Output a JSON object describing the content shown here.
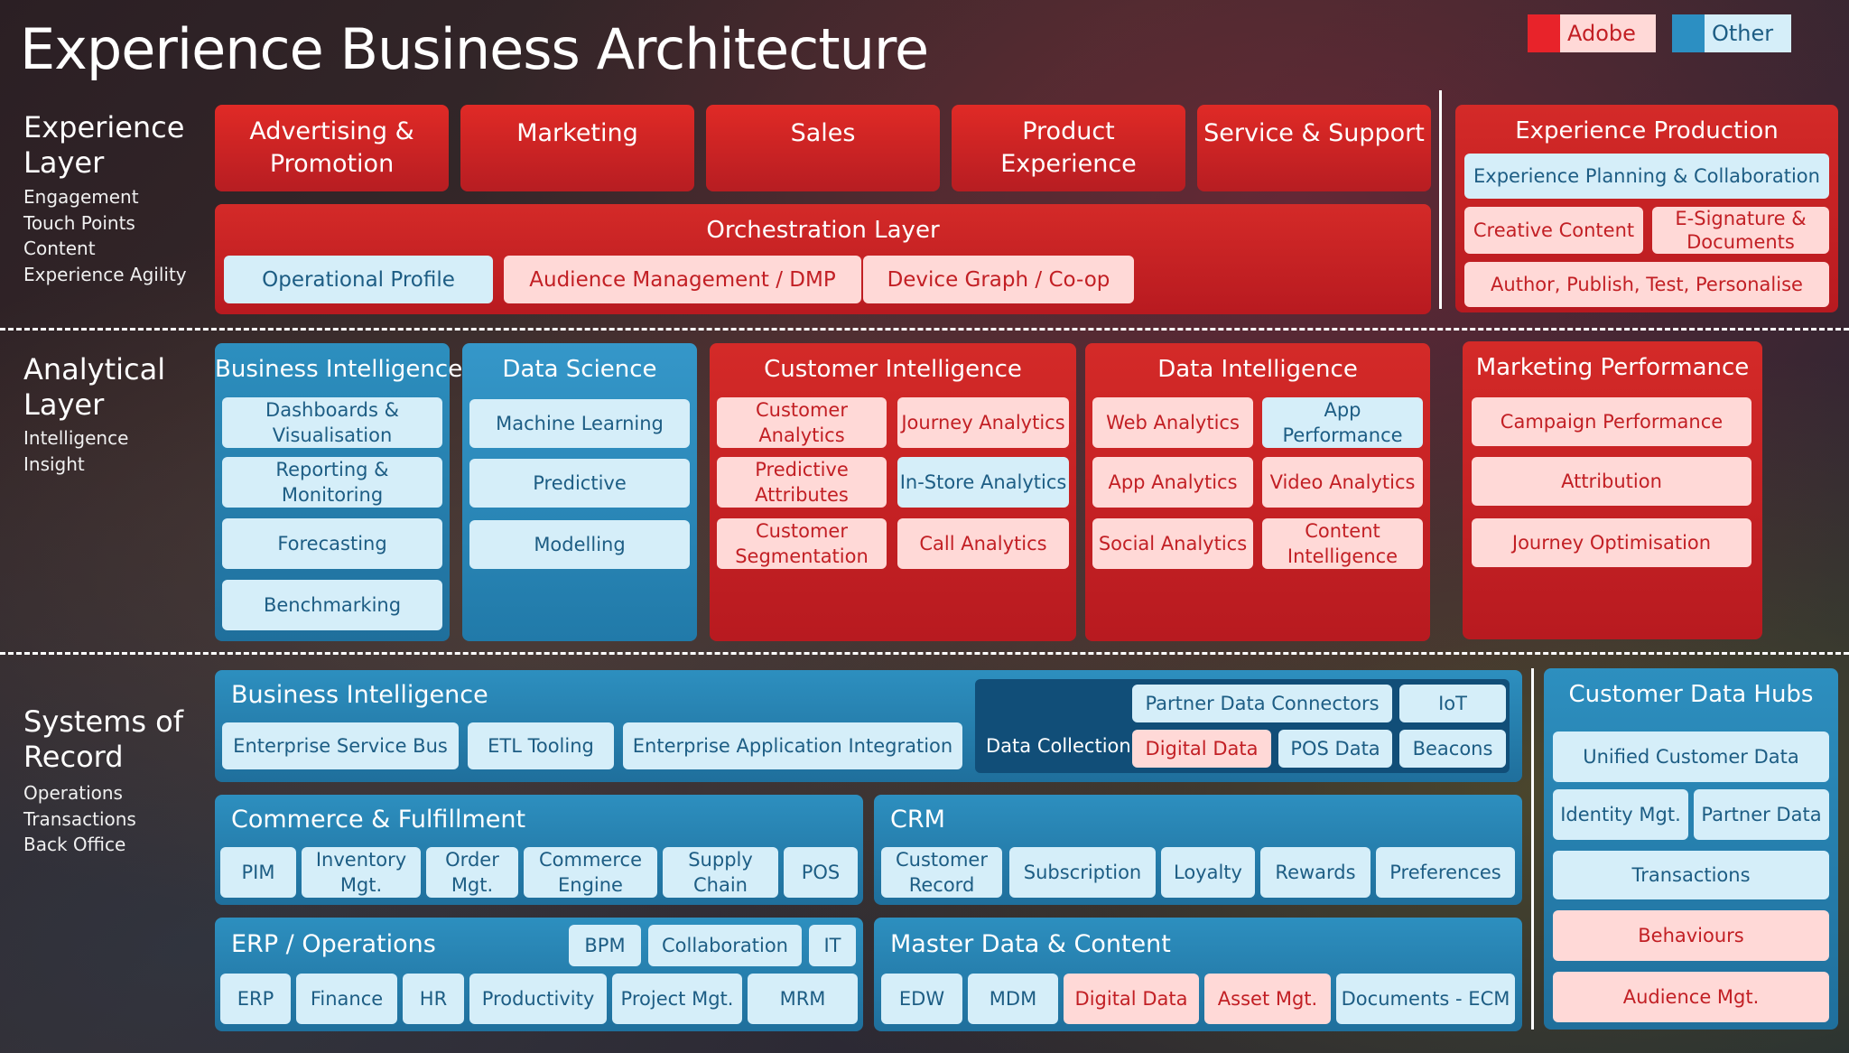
{
  "title": "Experience Business Architecture",
  "legend": {
    "adobe": "Adobe",
    "other": "Other"
  },
  "layers": {
    "experience": {
      "title": "Experience Layer",
      "sub": [
        "Engagement",
        "Touch Points",
        "Content",
        "Experience Agility"
      ]
    },
    "analytical": {
      "title": "Analytical Layer",
      "sub": [
        "Intelligence",
        "Insight"
      ]
    },
    "systems": {
      "title": "Systems of Record",
      "sub": [
        "Operations",
        "Transactions",
        "Back Office"
      ]
    }
  },
  "experience": {
    "heads": [
      "Advertising & Promotion",
      "Marketing",
      "Sales",
      "Product Experience",
      "Service & Support"
    ],
    "orchestration": {
      "title": "Orchestration Layer",
      "items": [
        "Operational Profile",
        "Audience Management / DMP",
        "Device Graph / Co-op"
      ]
    },
    "production": {
      "title": "Experience Production",
      "planning": "Experience Planning & Collaboration",
      "creative": "Creative Content",
      "esign": "E-Signature & Documents",
      "author": "Author, Publish, Test, Personalise"
    }
  },
  "analytical": {
    "bi": {
      "title": "Business Intelligence",
      "items": [
        "Dashboards & Visualisation",
        "Reporting & Monitoring",
        "Forecasting",
        "Benchmarking"
      ]
    },
    "ds": {
      "title": "Data Science",
      "items": [
        "Machine Learning",
        "Predictive",
        "Modelling"
      ]
    },
    "ci": {
      "title": "Customer Intelligence",
      "items": [
        "Customer Analytics",
        "Journey Analytics",
        "Predictive Attributes",
        "In-Store Analytics",
        "Customer Segmentation",
        "Call Analytics"
      ]
    },
    "di": {
      "title": "Data Intelligence",
      "items": [
        "Web Analytics",
        "App Performance",
        "App Analytics",
        "Video Analytics",
        "Social Analytics",
        "Content Intelligence"
      ]
    },
    "mp": {
      "title": "Marketing Performance",
      "items": [
        "Campaign Performance",
        "Attribution",
        "Journey Optimisation"
      ]
    }
  },
  "systems": {
    "bi": {
      "title": "Business Intelligence",
      "items": [
        "Enterprise Service Bus",
        "ETL Tooling",
        "Enterprise Application Integration"
      ],
      "collection_label": "Data Collection",
      "collection": [
        "Partner Data Connectors",
        "IoT",
        "Digital Data",
        "POS Data",
        "Beacons"
      ]
    },
    "commerce": {
      "title": "Commerce & Fulfillment",
      "items": [
        "PIM",
        "Inventory Mgt.",
        "Order Mgt.",
        "Commerce Engine",
        "Supply Chain",
        "POS"
      ]
    },
    "crm": {
      "title": "CRM",
      "items": [
        "Customer Record",
        "Subscription",
        "Loyalty",
        "Rewards",
        "Preferences"
      ]
    },
    "erp": {
      "title": "ERP / Operations",
      "top": [
        "BPM",
        "Collaboration",
        "IT"
      ],
      "items": [
        "ERP",
        "Finance",
        "HR",
        "Productivity",
        "Project Mgt.",
        "MRM"
      ]
    },
    "mdc": {
      "title": "Master Data & Content",
      "items": [
        "EDW",
        "MDM",
        "Digital Data",
        "Asset Mgt.",
        "Documents - ECM"
      ]
    },
    "hubs": {
      "title": "Customer Data Hubs",
      "items": [
        "Unified Customer Data",
        "Identity Mgt.",
        "Partner Data",
        "Transactions",
        "Behaviours",
        "Audience Mgt."
      ]
    }
  },
  "colors": {
    "adobe": "#e8232a",
    "other": "#2c8fc2"
  }
}
